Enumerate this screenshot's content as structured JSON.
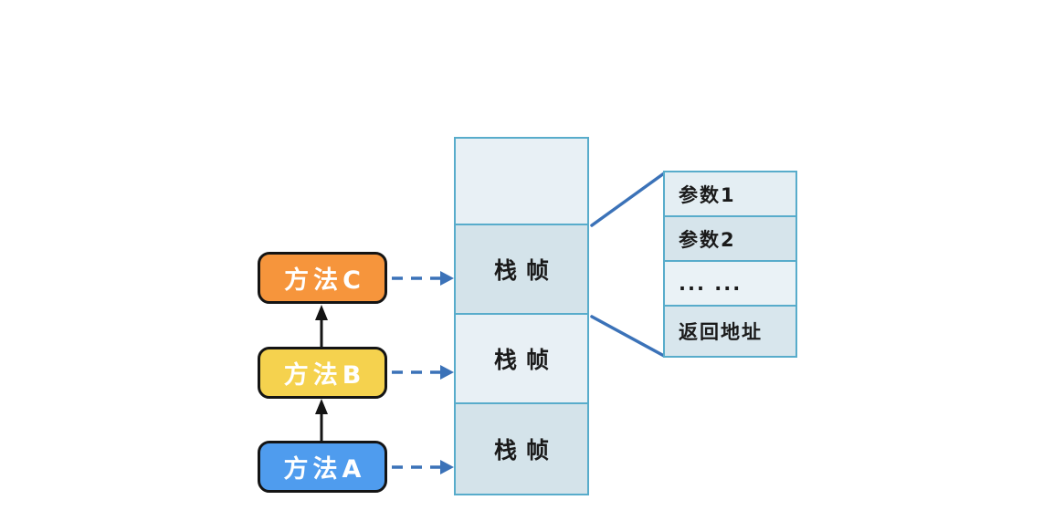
{
  "methods": [
    {
      "label": "方法C",
      "color": "#f6953c"
    },
    {
      "label": "方法B",
      "color": "#f5d24e"
    },
    {
      "label": "方法A",
      "color": "#4f9cee"
    }
  ],
  "stack": {
    "cells": [
      {
        "label": "",
        "fill": "#e8f0f5"
      },
      {
        "label": "栈帧",
        "fill": "#d4e3ea"
      },
      {
        "label": "栈帧",
        "fill": "#e8f0f5"
      },
      {
        "label": "栈帧",
        "fill": "#d4e3ea"
      }
    ],
    "border_color": "#58accb"
  },
  "frame_detail": {
    "rows": [
      {
        "label": "参数1",
        "fill": "#e4eef3"
      },
      {
        "label": "参数2",
        "fill": "#d6e4eb"
      },
      {
        "label": "... ...",
        "fill": "#eaf2f6"
      },
      {
        "label": "返回地址",
        "fill": "#d8e6ed"
      }
    ],
    "border_color": "#58accb"
  },
  "connectors": {
    "dashed_arrow_color": "#3b72b8",
    "call_arrow_color": "#141414",
    "box_border_color": "#141414"
  }
}
